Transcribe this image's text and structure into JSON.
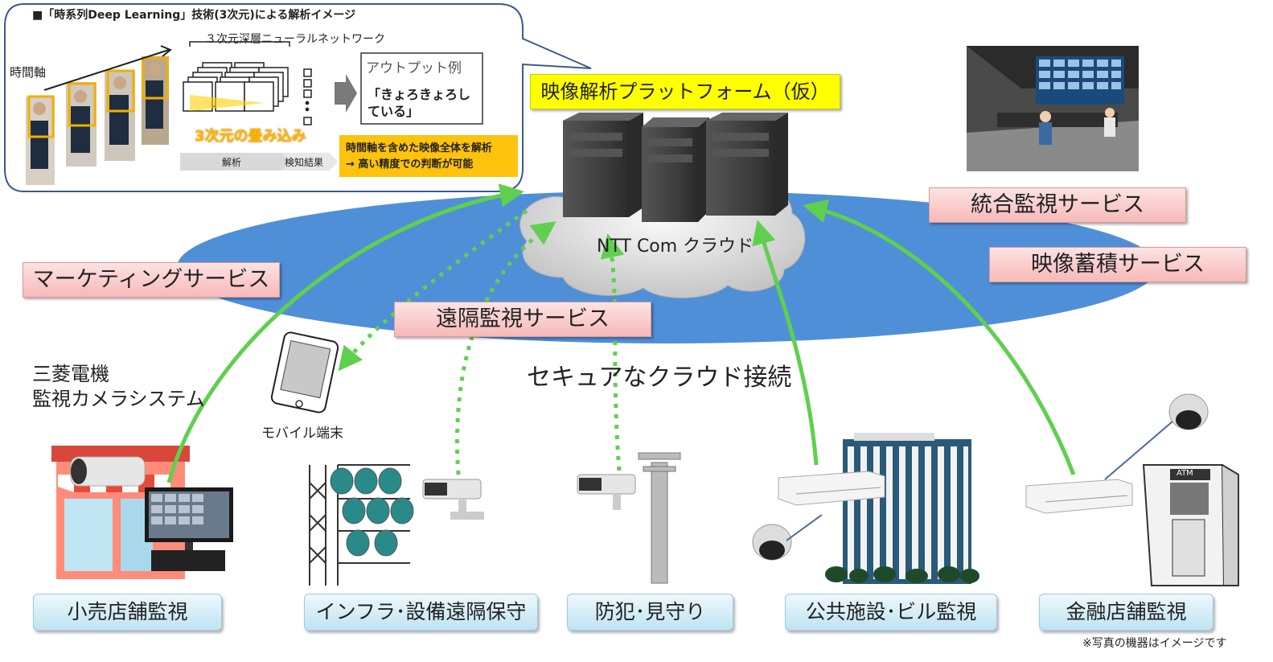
{
  "inset": {
    "heading": "■「時系列Deep Learning」技術(3次元)による解析イメージ",
    "network_label": "３次元深層ニューラルネットワーク",
    "time_axis": "時間軸",
    "conv_label": "3次元の畳み込み",
    "analysis": "解析",
    "detection": "検知結果",
    "output_title": "アウトプット例",
    "output_text_1": "「きょろきょろし",
    "output_text_2": "ている」",
    "note_1": "時間軸を含めた映像全体を解析",
    "note_2": "→ 高い精度での判断が可能"
  },
  "platform": {
    "label": "映像解析プラットフォーム（仮）",
    "cloud_label": "NTT Com クラウド"
  },
  "services": {
    "marketing": "マーケティングサービス",
    "integrated": "統合監視サービス",
    "storage": "映像蓄積サービス",
    "remote": "遠隔監視サービス"
  },
  "secure_connection": "セキュアなクラウド接続",
  "mitsubishi": {
    "line1": "三菱電機",
    "line2": "監視カメラシステム"
  },
  "mobile": "モバイル端末",
  "atm": "ATM",
  "use_cases": {
    "retail": "小売店舗監視",
    "infra": "インフラ･設備遠隔保守",
    "crime": "防犯･見守り",
    "public": "公共施設･ビル監視",
    "finance": "金融店舗監視"
  },
  "footnote": "※写真の機器はイメージです",
  "colors": {
    "arrow_green": "#5fd04e",
    "ellipse_blue": "#4f8fd8",
    "highlight_yellow": "#ffff00",
    "note_orange": "#ffc000"
  }
}
